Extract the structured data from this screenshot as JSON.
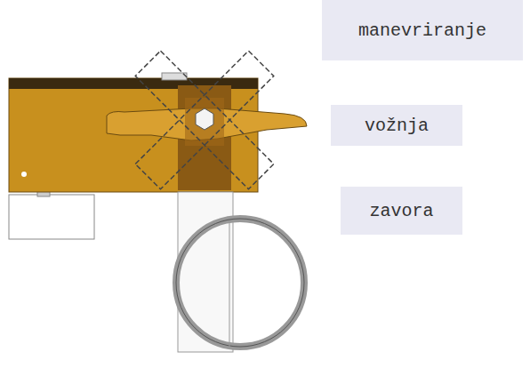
{
  "diagram": {
    "nodes": [
      {
        "text": [
          "manevriranje"
        ]
      },
      {
        "text": [
          "vožnja"
        ]
      },
      {
        "text": [
          "zavora"
        ]
      }
    ]
  }
}
